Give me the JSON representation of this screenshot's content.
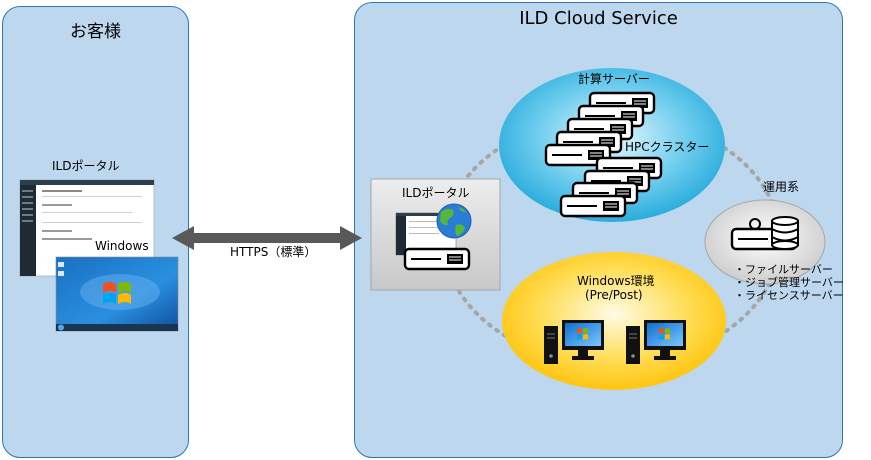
{
  "customer": {
    "title": "お客様",
    "portal_label": "ILDポータル",
    "windows_label": "Windows"
  },
  "connection": {
    "label": "HTTPS（標準）"
  },
  "cloud": {
    "title": "ILD Cloud Service",
    "portal_label": "ILDポータル",
    "compute": {
      "title": "計算サーバー",
      "cluster_label": "HPCクラスター"
    },
    "windows_env": {
      "title": "Windows環境",
      "subtitle": "(Pre/Post)"
    },
    "operations": {
      "title": "運用系",
      "items": [
        "ファイルサーバー",
        "ジョブ管理サーバー",
        "ライセンスサーバー"
      ]
    }
  },
  "colors": {
    "panel_fill": "#bdd7ee",
    "panel_border": "#2e75b6",
    "compute_fill": "#2fb5e0",
    "windows_fill": "#ffc000",
    "operations_fill": "#d9d9d9",
    "arrow": "#595959"
  }
}
